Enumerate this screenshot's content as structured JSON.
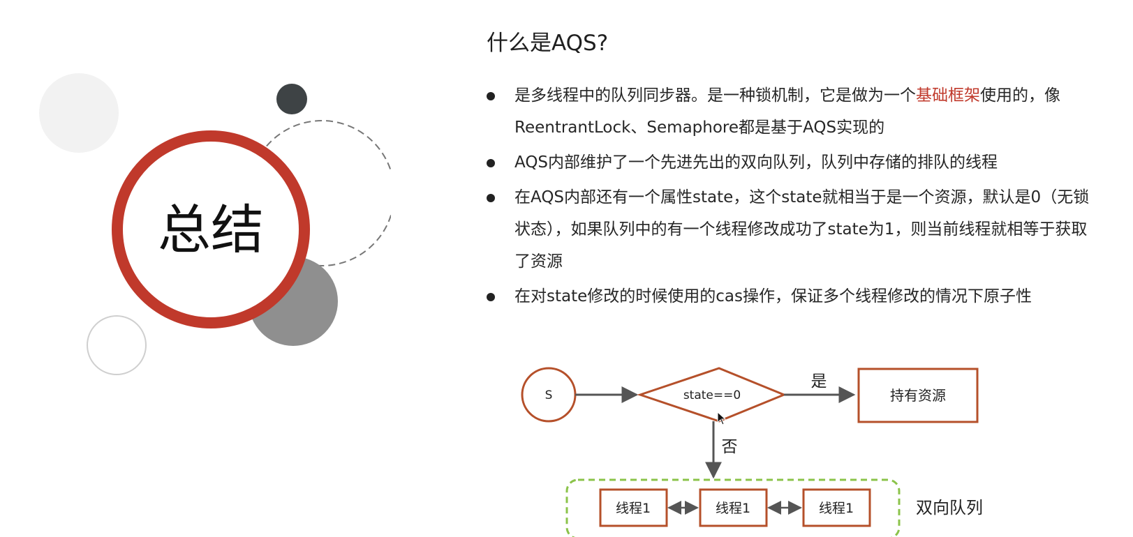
{
  "slide": {
    "section_title": "总结",
    "heading": "什么是AQS?"
  },
  "bullets": [
    {
      "before": "是多线程中的队列同步器。是一种锁机制，它是做为一个",
      "highlight": "基础框架",
      "after": "使用的，像ReentrantLock、Semaphore都是基于AQS实现的"
    },
    {
      "before": "AQS内部维护了一个先进先出的双向队列，队列中存储的排队的线程",
      "highlight": "",
      "after": ""
    },
    {
      "before": "在AQS内部还有一个属性state，这个state就相当于是一个资源，默认是0（无锁状态），如果队列中的有一个线程修改成功了state为1，则当前线程就相等于获取了资源",
      "highlight": "",
      "after": ""
    },
    {
      "before": "在对state修改的时候使用的cas操作，保证多个线程修改的情况下原子性",
      "highlight": "",
      "after": ""
    }
  ],
  "flowchart": {
    "start_label": "S",
    "decision_label": "state==0",
    "yes_label": "是",
    "no_label": "否",
    "resource_label": "持有资源",
    "queue_nodes": [
      "线程1",
      "线程1",
      "线程1"
    ],
    "queue_label": "双向队列"
  },
  "colors": {
    "accent": "#c0392b",
    "node_border": "#b5502a",
    "queue_border": "#8bc34a",
    "arrow": "#555555",
    "ring_red": "#c0392b",
    "dark_circle": "#3e4345",
    "gray_circle": "#8f8f8f",
    "light_circle": "#f2f2f2"
  },
  "icons": {
    "cursor": "mouse-pointer-icon"
  }
}
